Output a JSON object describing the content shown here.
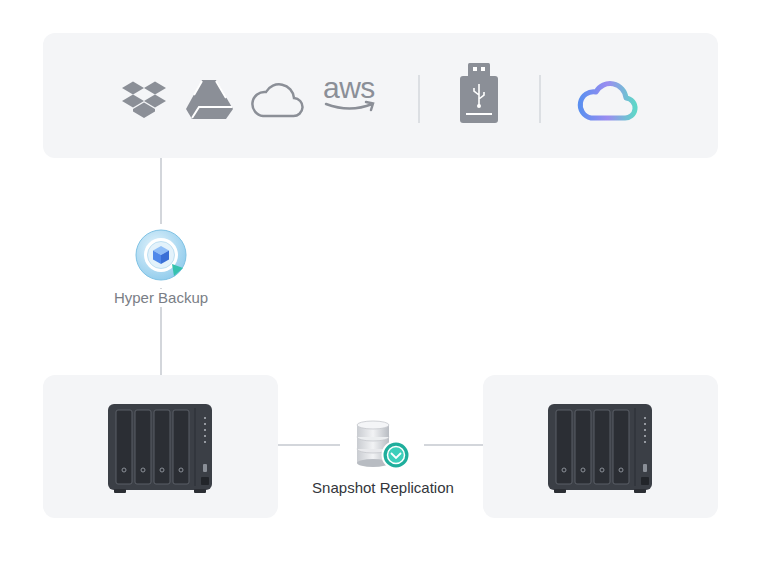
{
  "diagram": {
    "nodes": [
      {
        "text": [
          "aws"
        ]
      },
      {
        "text": []
      },
      {
        "text": []
      }
    ],
    "edges": [
      {
        "from": 0,
        "to": 1,
        "arrow": "none",
        "label": "Hyper Backup"
      },
      {
        "from": 1,
        "to": 2,
        "arrow": "none",
        "label": "Snapshot Replication"
      }
    ]
  }
}
